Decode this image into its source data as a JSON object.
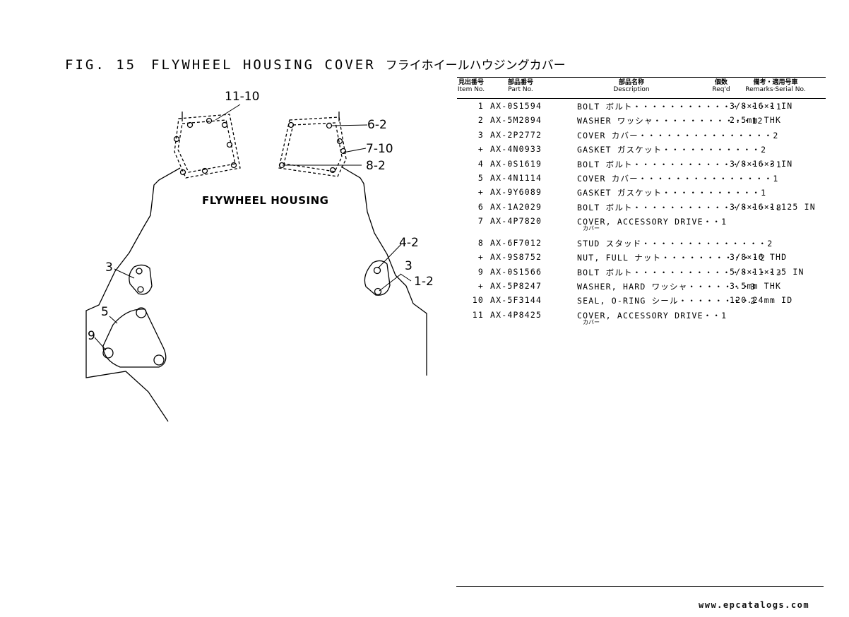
{
  "figure": {
    "number": "FIG. 15",
    "title": "FLYWHEEL HOUSING COVER",
    "title_ja": "フライホイールハウジングカバー"
  },
  "diagram": {
    "housing_label": "FLYWHEEL HOUSING",
    "callouts": {
      "c_11_10": "11-10",
      "c_6_2": "6-2",
      "c_7_10": "7-10",
      "c_8_2": "8-2",
      "c_4_2": "4-2",
      "c_3_right": "3",
      "c_1_2": "1-2",
      "c_3_left": "3",
      "c_5": "5",
      "c_9": "9"
    }
  },
  "table": {
    "headers": {
      "item": {
        "ja": "見出番号",
        "en": "Item No."
      },
      "part": {
        "ja": "部品番号",
        "en": "Part No."
      },
      "desc": {
        "ja": "部品名称",
        "en": "Description"
      },
      "qty": {
        "ja": "個数",
        "en": "Req'd"
      },
      "remarks": {
        "ja": "備考・適用号車",
        "en": "Remarks·Serial No."
      }
    },
    "rows": [
      {
        "item": "1",
        "part": "AX-0S1594",
        "desc": "BOLT ボルト・・・・・・・・・・・・・・・・1",
        "sub": "",
        "rem": "3/8×16×1 IN"
      },
      {
        "item": "2",
        "part": "AX-5M2894",
        "desc": "WASHER ワッシャ・・・・・・・・・・・12",
        "sub": "",
        "rem": "2.5mm THK"
      },
      {
        "item": "3",
        "part": "AX-2P2772",
        "desc": "COVER カバー・・・・・・・・・・・・・・・2",
        "sub": "",
        "rem": ""
      },
      {
        "item": "+",
        "part": "AX-4N0933",
        "desc": "GASKET ガスケット・・・・・・・・・・・2",
        "sub": "",
        "rem": ""
      },
      {
        "item": "4",
        "part": "AX-0S1619",
        "desc": "BOLT ボルト・・・・・・・・・・・・・・・・1",
        "sub": "",
        "rem": "3/8×16×3 IN"
      },
      {
        "item": "5",
        "part": "AX-4N1114",
        "desc": "COVER カバー・・・・・・・・・・・・・・・1",
        "sub": "",
        "rem": ""
      },
      {
        "item": "+",
        "part": "AX-9Y6089",
        "desc": "GASKET ガスケット・・・・・・・・・・・1",
        "sub": "",
        "rem": ""
      },
      {
        "item": "6",
        "part": "AX-1A2029",
        "desc": "BOLT ボルト・・・・・・・・・・・・・・・・8",
        "sub": "",
        "rem": "3/8×16×1.125 IN"
      },
      {
        "item": "7",
        "part": "AX-4P7820",
        "desc": "COVER, ACCESSORY DRIVE・・1",
        "sub": "カバー",
        "rem": ""
      },
      {
        "item": "8",
        "part": "AX-6F7012",
        "desc": "STUD スタッド・・・・・・・・・・・・・・2",
        "sub": "",
        "rem": ""
      },
      {
        "item": "+",
        "part": "AX-9S8752",
        "desc": "NUT, FULL ナット・・・・・・・・・・・2",
        "sub": "",
        "rem": "3/8×16 THD"
      },
      {
        "item": "9",
        "part": "AX-0S1566",
        "desc": "BOLT ボルト・・・・・・・・・・・・・・・・3",
        "sub": "",
        "rem": "5/8×11×1.5 IN"
      },
      {
        "item": "+",
        "part": "AX-5P8247",
        "desc": "WASHER, HARD ワッシャ・・・・・・・3",
        "sub": "",
        "rem": "3.5mm THK"
      },
      {
        "item": "10",
        "part": "AX-5F3144",
        "desc": "SEAL, O-RING シール・・・・・・・・2",
        "sub": "",
        "rem": "120.24mm ID"
      },
      {
        "item": "11",
        "part": "AX-4P8425",
        "desc": "COVER, ACCESSORY DRIVE・・1",
        "sub": "カバー",
        "rem": ""
      }
    ]
  },
  "footer": {
    "website": "www.epcatalogs.com"
  }
}
